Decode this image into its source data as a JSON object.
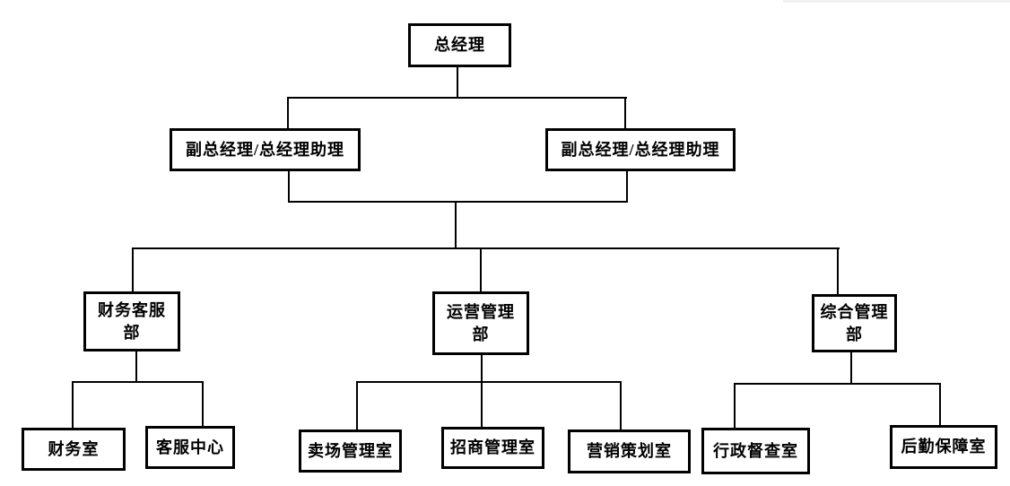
{
  "diagram": {
    "type": "org-chart",
    "background_color": "#ffffff",
    "line_color": "#000000",
    "box_border_color": "#000000",
    "text_color": "#000000",
    "nodes": [
      {
        "id": "general-manager",
        "label": "总经理",
        "level": 1
      },
      {
        "id": "deputy-gm-left",
        "label": "副总经理/总经理助理",
        "level": 2
      },
      {
        "id": "deputy-gm-right",
        "label": "副总经理/总经理助理",
        "level": 2
      },
      {
        "id": "dept-finance-service",
        "label": "财务客服\n部",
        "level": 3
      },
      {
        "id": "dept-operations",
        "label": "运营管理\n部",
        "level": 3
      },
      {
        "id": "dept-general-admin",
        "label": "综合管理\n部",
        "level": 3
      },
      {
        "id": "office-finance",
        "label": "财务室",
        "level": 4
      },
      {
        "id": "office-customer-service",
        "label": "客服中心",
        "level": 4
      },
      {
        "id": "office-store-management",
        "label": "卖场管理室",
        "level": 4
      },
      {
        "id": "office-merchant-mgmt",
        "label": "招商管理室",
        "level": 4
      },
      {
        "id": "office-marketing-planning",
        "label": "营销策划室",
        "level": 4
      },
      {
        "id": "office-admin-supervision",
        "label": "行政督查室",
        "level": 4
      },
      {
        "id": "office-logistics-support",
        "label": "后勤保障室",
        "level": 4
      }
    ]
  }
}
